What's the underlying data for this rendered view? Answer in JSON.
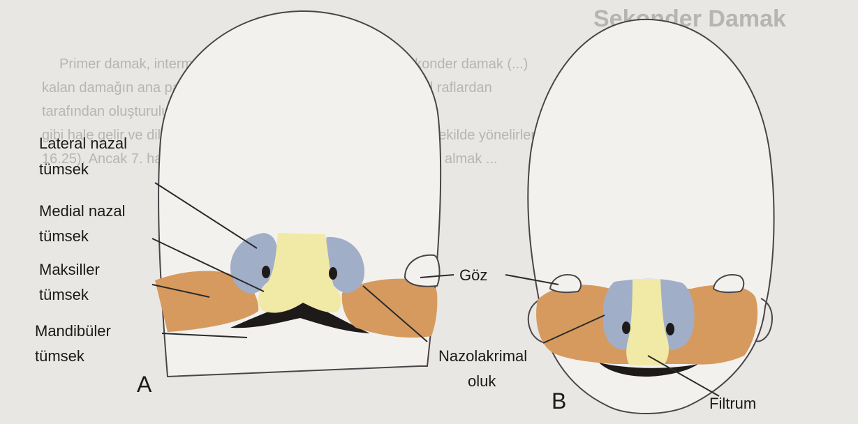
{
  "background_text": {
    "heading": "Sekonder Damak",
    "lines": [
      "Primer damak, intermaksiller segmentten köken alır, ... sekonder damak (...)",
      "kalan damağın ana parçası ... maksiller tümseklerden ... palatal raflardan",
      "tarafından oluşturulur ... gelişmenin 6. haftasında ... (Şekil",
      "gibi hale gelir ve dilin her iki tarafından aşağıya doğru, oblik bir şekilde yönelirler",
      "16.25). Ancak 7. haftada, damak rafları ... horizontal bir pozisyon almak ..."
    ]
  },
  "panel_a": {
    "letter": "A",
    "labels": {
      "lateral_nasal": [
        "Lateral nazal",
        "tümsek"
      ],
      "medial_nasal": [
        "Medial nazal",
        "tümsek"
      ],
      "maxillary": [
        "Maksiller",
        "tümsek"
      ],
      "mandibular": [
        "Mandibüler",
        "tümsek"
      ],
      "nasolacrimal": [
        "Nazolakrimal",
        "oluk"
      ]
    }
  },
  "panel_b": {
    "letter": "B",
    "labels": {
      "eye": "Göz",
      "philtrum": "Filtrum"
    }
  },
  "colors": {
    "lateral_nasal": "#a1aec8",
    "medial_nasal": "#f1eaa6",
    "maxillary": "#d69a5e",
    "mandibular": "#1e1a1a",
    "outline": "#4a4448"
  }
}
